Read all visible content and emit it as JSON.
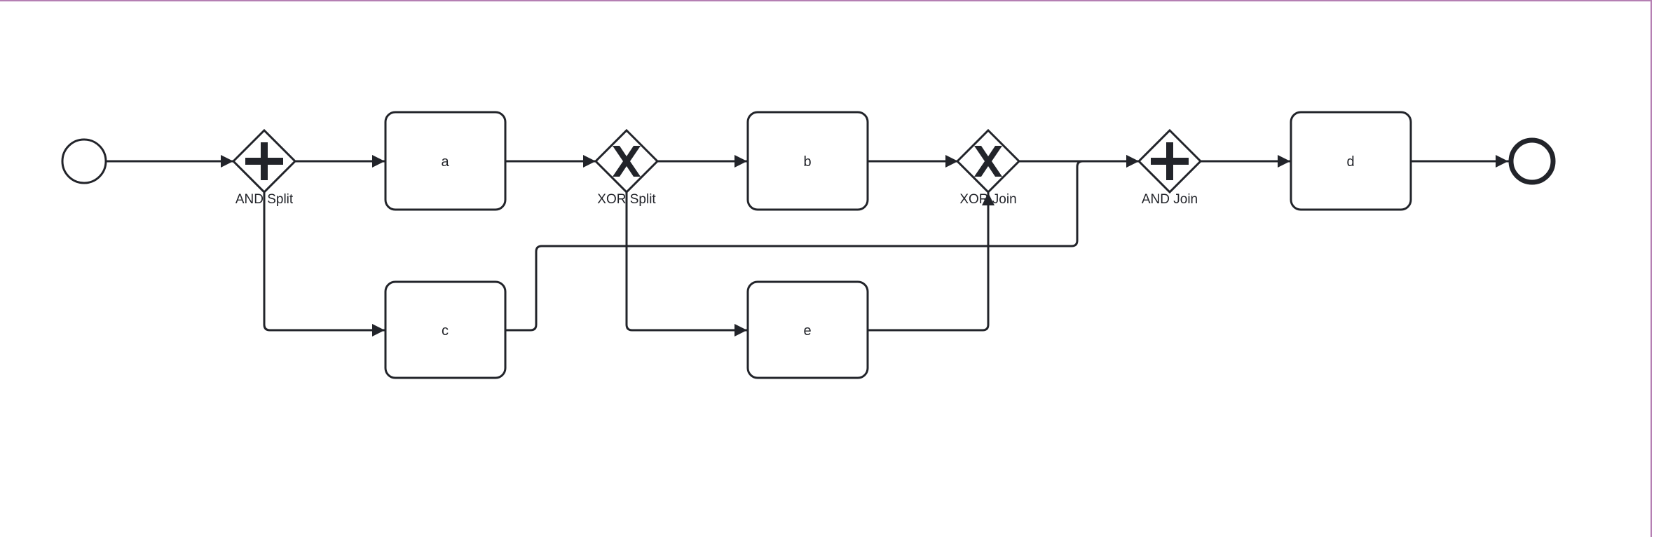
{
  "diagram": {
    "nodes": {
      "start": {
        "type": "start-event"
      },
      "and_split": {
        "type": "parallel-gateway",
        "label": "AND Split"
      },
      "task_a": {
        "type": "task",
        "label": "a"
      },
      "xor_split": {
        "type": "exclusive-gateway",
        "label": "XOR Split"
      },
      "task_b": {
        "type": "task",
        "label": "b"
      },
      "xor_join": {
        "type": "exclusive-gateway",
        "label": "XOR Join"
      },
      "and_join": {
        "type": "parallel-gateway",
        "label": "AND Join"
      },
      "task_d": {
        "type": "task",
        "label": "d"
      },
      "task_c": {
        "type": "task",
        "label": "c"
      },
      "task_e": {
        "type": "task",
        "label": "e"
      },
      "end": {
        "type": "end-event"
      }
    },
    "edges": [
      {
        "from": "start",
        "to": "and_split"
      },
      {
        "from": "and_split",
        "to": "task_a"
      },
      {
        "from": "and_split",
        "to": "task_c"
      },
      {
        "from": "task_a",
        "to": "xor_split"
      },
      {
        "from": "xor_split",
        "to": "task_b"
      },
      {
        "from": "xor_split",
        "to": "task_e"
      },
      {
        "from": "task_b",
        "to": "xor_join"
      },
      {
        "from": "task_e",
        "to": "xor_join"
      },
      {
        "from": "xor_join",
        "to": "and_join"
      },
      {
        "from": "task_c",
        "to": "and_join"
      },
      {
        "from": "and_join",
        "to": "task_d"
      },
      {
        "from": "task_d",
        "to": "end"
      }
    ],
    "colors": {
      "stroke": "#22242a",
      "fill": "#ffffff",
      "frame": "#b57fb3"
    }
  }
}
